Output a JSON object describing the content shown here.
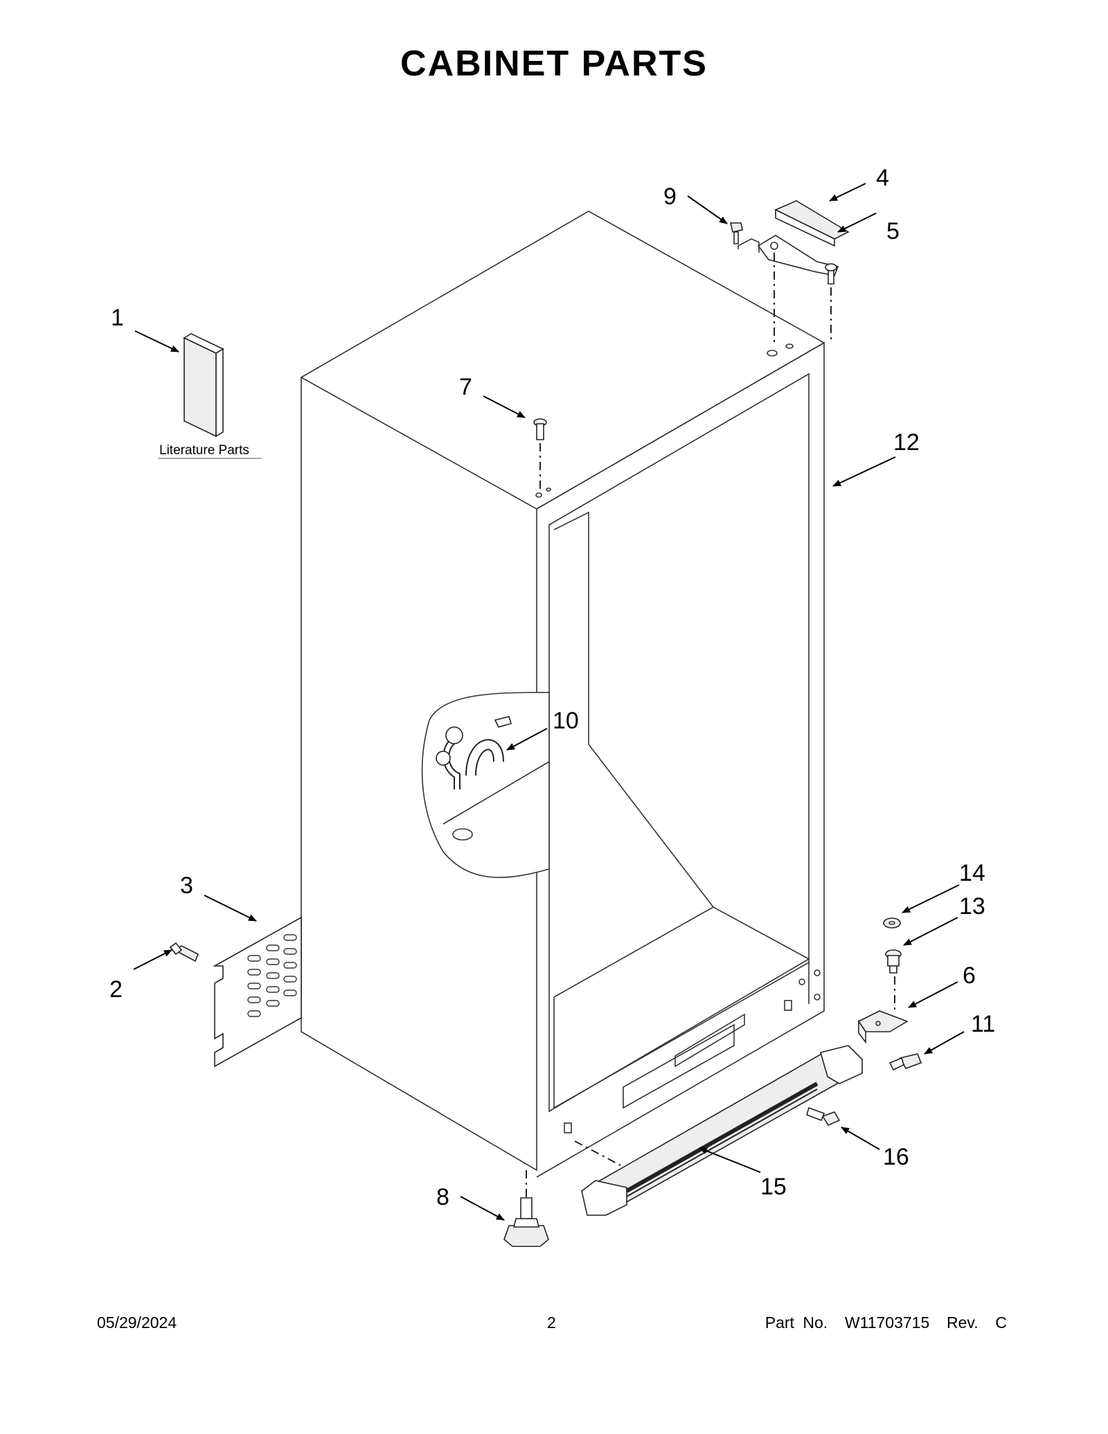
{
  "title": "CABINET PARTS",
  "literature_label": "Literature Parts",
  "callouts": [
    "1",
    "2",
    "3",
    "4",
    "5",
    "6",
    "7",
    "8",
    "9",
    "10",
    "11",
    "12",
    "13",
    "14",
    "15",
    "16"
  ],
  "footer": {
    "date": "05/29/2024",
    "page": "2",
    "part_number": "Part No.  W11703715  Rev.  C"
  }
}
